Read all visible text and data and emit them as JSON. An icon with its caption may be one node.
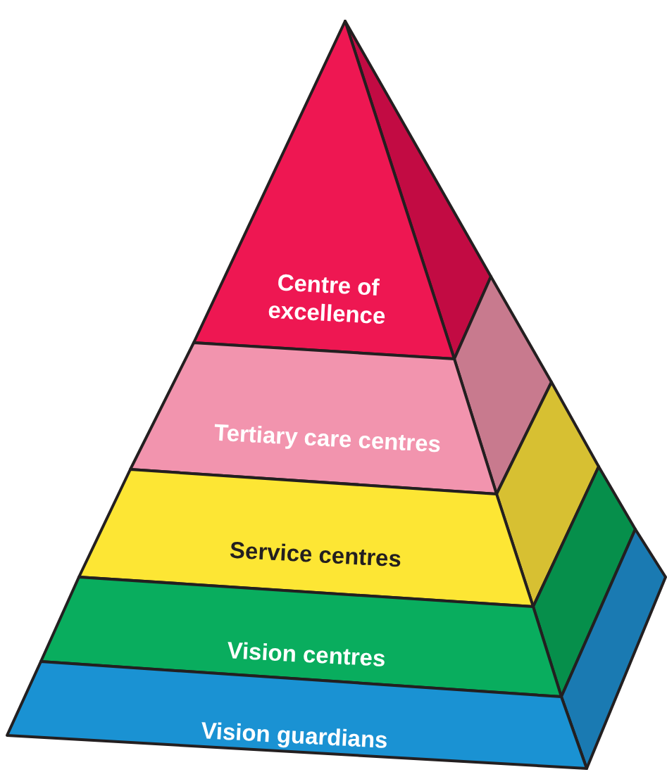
{
  "diagram": {
    "nodes": [
      {
        "text": [
          "Centre of excellence"
        ]
      },
      {
        "text": [
          "Tertiary care centres"
        ]
      },
      {
        "text": [
          "Service centres"
        ]
      },
      {
        "text": [
          "Vision centres"
        ]
      },
      {
        "text": [
          "Vision guardians"
        ]
      }
    ]
  }
}
